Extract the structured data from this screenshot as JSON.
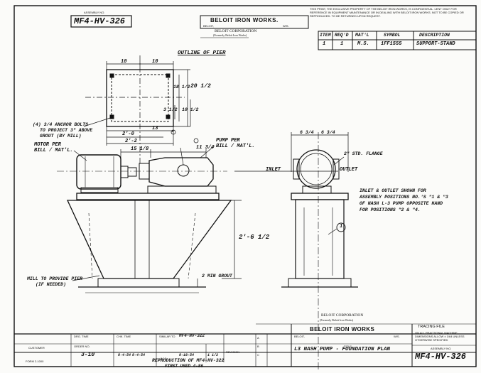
{
  "title_block_top": {
    "assembly_no_label": "ASSEMBLY NO.",
    "assembly_no": "MF4-HV-326",
    "company": "BELOIT IRON WORKS.",
    "city": "BELOIT,",
    "state": "WIS.",
    "corporation": "BELOIT CORPORATION",
    "formerly": "(Formerly Beloit Iron Works)",
    "notice": "THIS PRINT, THE EXCLUSIVE PROPERTY OF THE BELOIT IRON WORKS, IS CONFIDENTIAL. LENT ONLY FOR REFERENCE IN EQUIPMENT MAINTENANCE OR IN DEALING WITH BELOIT IRON WORKS. NOT TO BE COPIED OR REPRODUCED. TO BE RETURNED UPON REQUEST."
  },
  "bill_of_materials": {
    "headers": [
      "ITEM",
      "REQ'D",
      "MAT'L",
      "SYMBOL",
      "DESCRIPTION"
    ],
    "rows": [
      [
        "1",
        "1",
        "M.S.",
        "1FF1555",
        "SUPPORT-STAND"
      ]
    ]
  },
  "labels": {
    "outline_of_pier": "OUTLINE OF PIER",
    "anchor_bolts": [
      "(4) 3/4 ANCHOR BOLTS",
      "TO PROJECT 3\" ABOVE",
      "GROUT (BY MILL)"
    ],
    "motor_per": [
      "MOTOR PER",
      "BILL / MAT'L."
    ],
    "pump_per": [
      "PUMP PER",
      "BILL / MAT'L."
    ],
    "flange": "2\" STD. FLANGE",
    "inlet": "INLET",
    "outlet": "OUTLET",
    "note": [
      "INLET & OUTLET SHOWN FOR",
      "ASSEMBLY POSITIONS NO.'S \"1 & \"3",
      "OF NASH L-3 PUMP OPPOSITE HAND",
      "FOR POSITIONS \"2 & \"4."
    ],
    "mill_pier": [
      "MILL TO PROVIDE PIER",
      "(IF NEEDED)"
    ],
    "grout": "2 MIN GROUT",
    "balloon_item": "1"
  },
  "dimensions": {
    "pier_top_left": "10",
    "pier_top_right": "10",
    "pier_side_outer": "20 1/2",
    "pier_side_inner": "18 1/2",
    "bolt_spacing_v1": "3 1/2",
    "bolt_spacing_v2": "10 1/2",
    "base_13": "13",
    "base_2_0": "2'-0",
    "base_2_2": "2'-2",
    "motor_dist": "15 1/8",
    "pump_dist": "11 3/4",
    "height": "2'-6 1/2",
    "end_left": "6 3/4",
    "end_right": "6 3/4",
    "circled_c": "c"
  },
  "title_block_bottom": {
    "corporation": "BELOIT CORPORATION",
    "formerly": "(Formerly Beloit Iron Works)",
    "tracing_file": "TRACING FILE",
    "company": "BELOIT IRON WORKS",
    "city": "BELOIT,",
    "state": "WIS.",
    "title_label": "TITLE",
    "title": "L3 NASH PUMP - FOUNDATION PLAN",
    "customer_label": "CUSTOMER",
    "order_label": "ORDER NO.",
    "drg_time_label": "DRG. TIME",
    "chk_time_label": "CHK. TIME",
    "similar_to_label": "SIMILAR TO",
    "similar_to": "MF4-HV-322",
    "order_no": "3-10",
    "drg_initials": "8-4-54",
    "chk_initials": "8-4-54",
    "date": "8-16-54",
    "scale": "1 1/2",
    "revision_label": "REVISION",
    "rev_letters": [
      "A",
      "B",
      "C"
    ],
    "tolerance_note": "ON ALL FRACTIONAL MACHINE DIMENSIONS ALLOW ± 1/64 UNLESS OTHERWISE SPECIFIED",
    "assembly_no_label": "ASSEMBLY NO.",
    "assembly_no": "MF4-HV-326",
    "reproduction_note": "REPRODUCTION OF MF4-HV-322",
    "first_used": "FIRST USED 4-86",
    "small_code": "6-12",
    "form_no": "FORM 2-1000"
  }
}
